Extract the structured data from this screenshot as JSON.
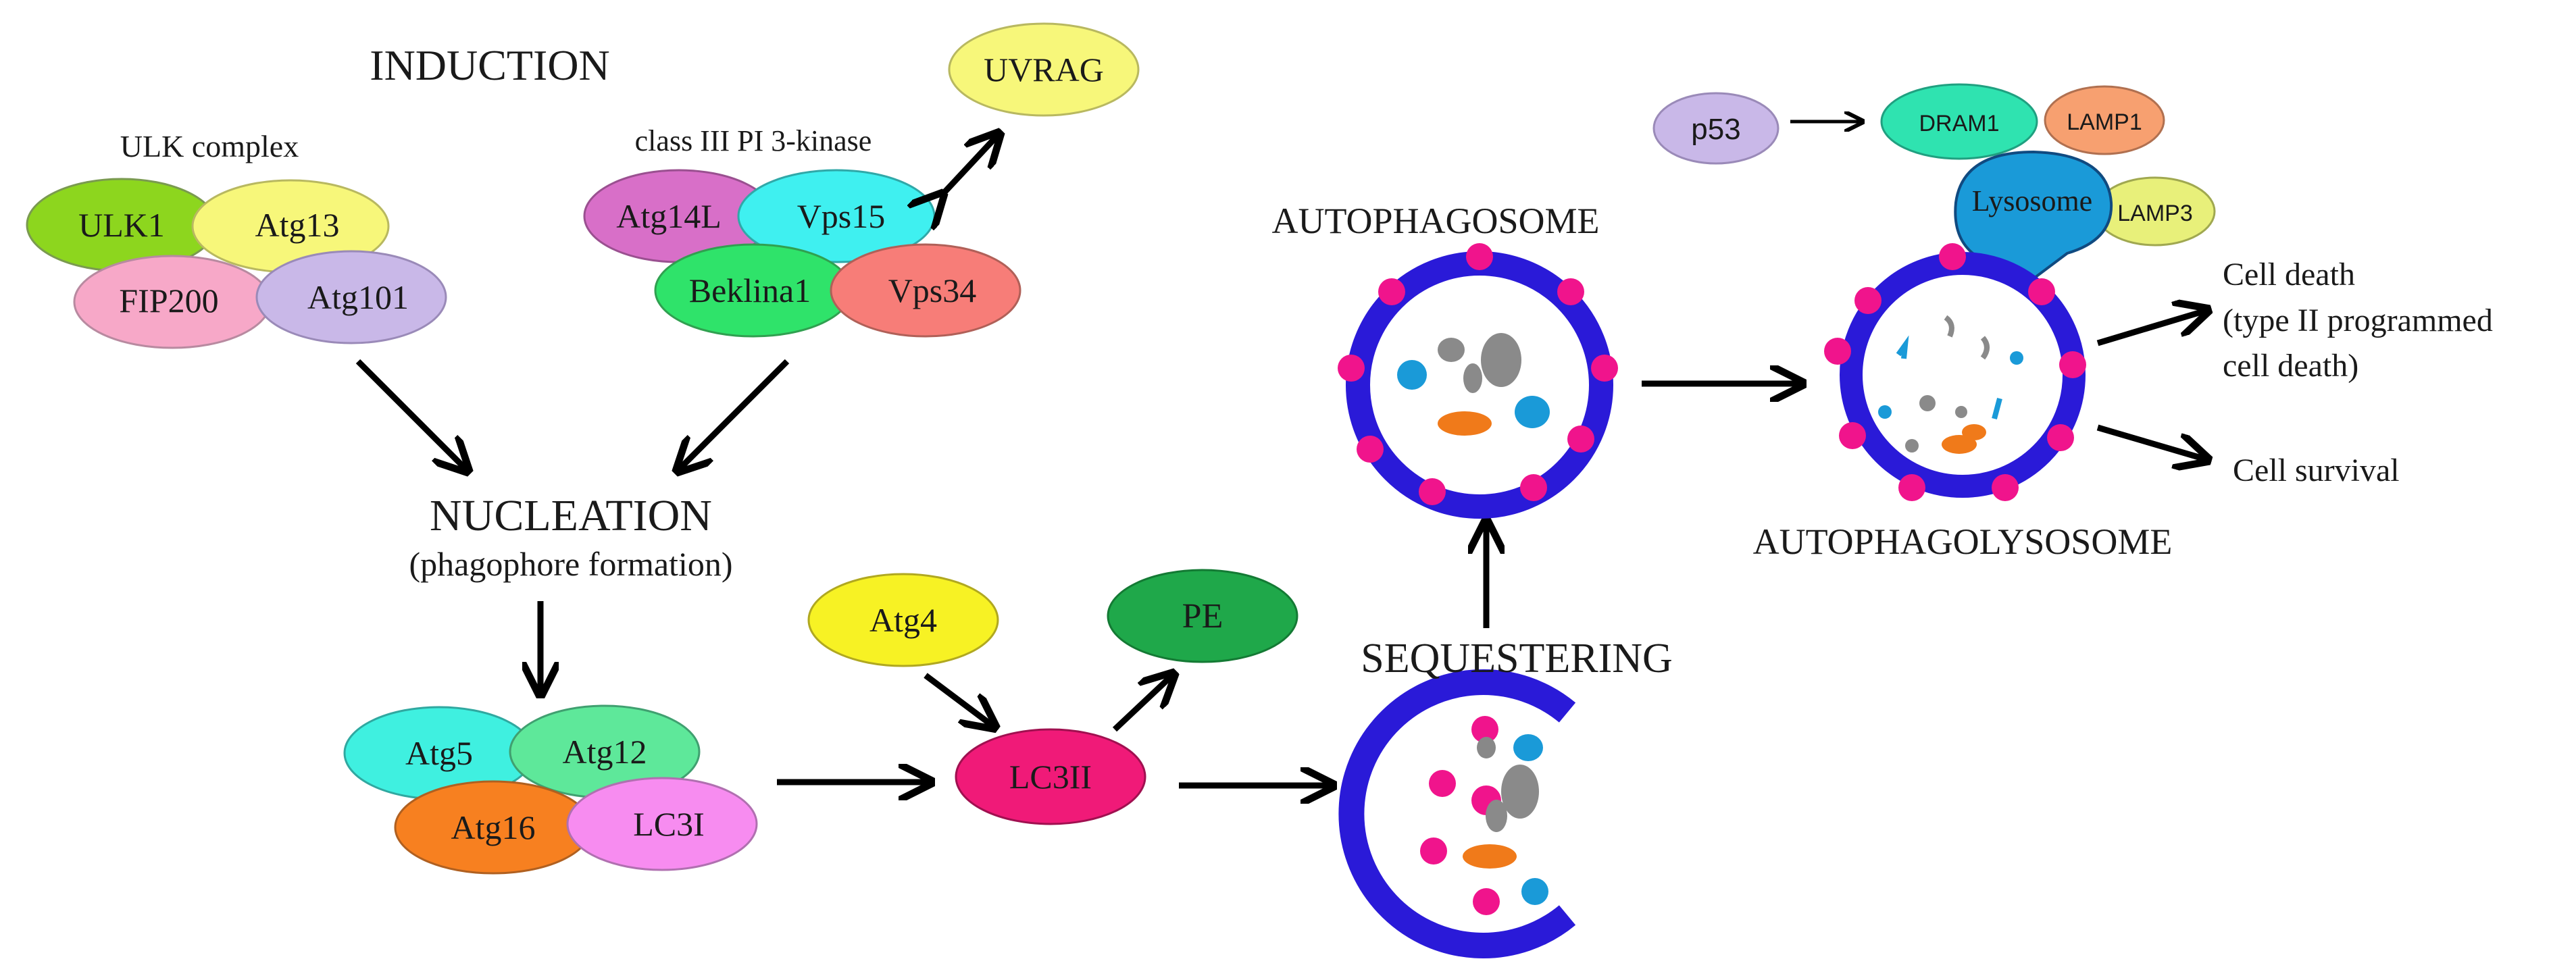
{
  "stages": {
    "induction": "INDUCTION",
    "nucleation": "NUCLEATION",
    "nucleation_sub": "(phagophore formation)",
    "sequestering": "SEQUESTERING",
    "autophagosome": "AUTOPHAGOSOME",
    "autophagolysosome": "AUTOPHAGOLYSOSOME"
  },
  "ulk_complex": {
    "title": "ULK complex",
    "members": [
      "ULK1",
      "Atg13",
      "FIP200",
      "Atg101"
    ]
  },
  "pi3k_complex": {
    "title": "class III PI 3-kinase",
    "members": [
      "Atg14L",
      "Vps15",
      "Beklina1",
      "Vps34"
    ],
    "partner": "UVRAG"
  },
  "conjugation": {
    "members": [
      "Atg5",
      "Atg12",
      "Atg16",
      "LC3I"
    ],
    "atg4": "Atg4",
    "lc3ii": "LC3II",
    "pe": "PE"
  },
  "lysosome": {
    "p53": "p53",
    "dram1": "DRAM1",
    "lamp1": "LAMP1",
    "lamp3": "LAMP3",
    "label": "Lysosome"
  },
  "outcomes": {
    "death_line1": "Cell death",
    "death_line2": "(type II programmed",
    "death_line3": "cell death)",
    "survival": "Cell survival"
  },
  "colors": {
    "ulk1": "#8dd61e",
    "atg13": "#f7f77a",
    "fip200": "#f7a8c8",
    "atg101": "#c9b8e8",
    "atg14l": "#d86fc8",
    "vps15": "#3ff0f0",
    "beklina1": "#2fe36a",
    "vps34": "#f77d78",
    "uvrag": "#f7f77a",
    "atg5": "#3ff0e0",
    "atg12": "#5ee89a",
    "atg16": "#f78020",
    "lc3i": "#f78cf0",
    "atg4": "#f7f224",
    "lc3ii": "#f01a78",
    "pe": "#1fa84a",
    "p53": "#c9b8e8",
    "dram1": "#2fe3b0",
    "lamp1": "#f7a070",
    "lamp3": "#e8f07a",
    "lysosome": "#1a9ad8",
    "membrane": "#2a1ad8",
    "dots": "#f0148c"
  }
}
